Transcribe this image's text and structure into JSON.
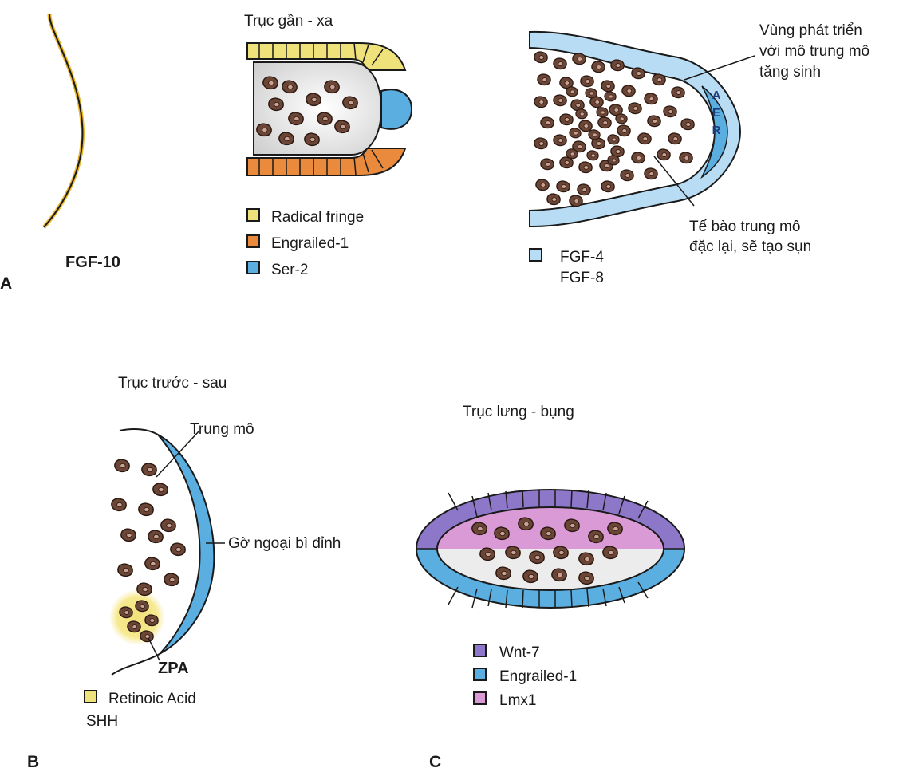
{
  "colors": {
    "yellow": "#f0e27a",
    "orange": "#e98a3c",
    "blue": "#5aaee0",
    "light_blue": "#b8dcf3",
    "purple": "#8d77c9",
    "pink": "#d99ad6",
    "cell": "#6b4536",
    "outline": "#1a1a1a"
  },
  "panel_a": {
    "letter": "A",
    "fgf10_label": "FGF-10",
    "prox_distal": {
      "title": "Trục gần - xa",
      "legend": [
        "Radical fringe",
        "Engrailed-1",
        "Ser-2"
      ]
    },
    "growth": {
      "label_zone": [
        "Vùng phát triển",
        "với mô trung mô",
        "tăng sinh"
      ],
      "label_aer": [
        "A",
        "E",
        "R"
      ],
      "label_cells": [
        "Tế bào trung mô",
        "đặc lại, sẽ tạo sụn"
      ],
      "legend": [
        "FGF-4",
        "FGF-8"
      ]
    }
  },
  "panel_b": {
    "letter": "B",
    "title": "Trục trước - sau",
    "label_mesenchyme": "Trung mô",
    "label_ridge": "Gờ ngoại bì đỉnh",
    "label_zpa": "ZPA",
    "legend": [
      "Retinoic Acid",
      "SHH"
    ]
  },
  "panel_c": {
    "letter": "C",
    "title": "Trục lưng - bụng",
    "legend": [
      "Wnt-7",
      "Engrailed-1",
      "Lmx1"
    ]
  }
}
